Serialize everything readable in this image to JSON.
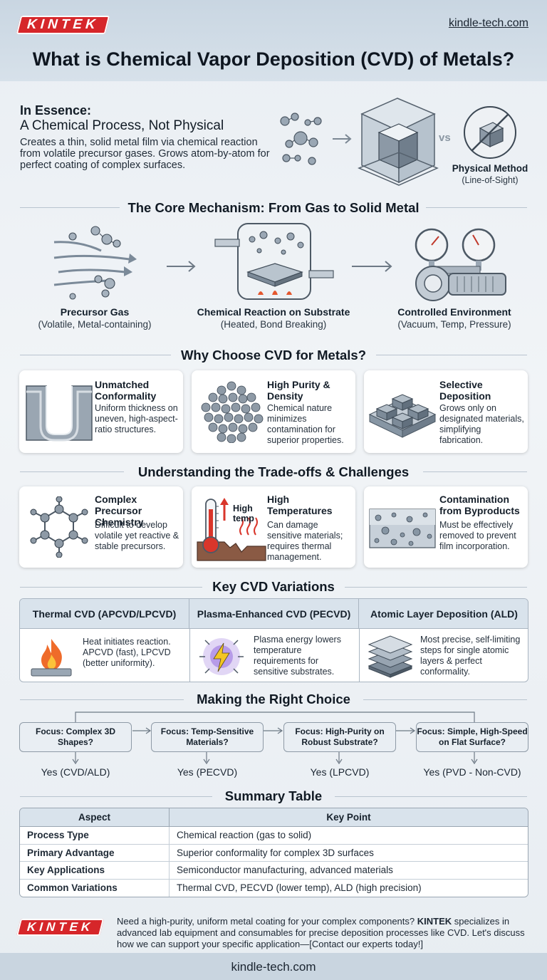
{
  "brand": {
    "logo_text": "KINTEK",
    "website": "kindle-tech.com",
    "accent": "#d6262a"
  },
  "title": "What is Chemical Vapor Deposition (CVD) of Metals?",
  "essence": {
    "heading": "In Essence:",
    "subheading": "A Chemical Process, Not Physical",
    "body": "Creates a thin, solid metal film via chemical reaction from volatile precursor gases. Grows atom-by-atom for perfect coating of complex surfaces.",
    "vs": "vs",
    "physical_label": "Physical Method",
    "physical_sub": "(Line-of-Sight)"
  },
  "mechanism": {
    "title": "The Core Mechanism: From Gas to Solid Metal",
    "steps": [
      {
        "label": "Precursor Gas",
        "sub": "(Volatile, Metal-containing)",
        "icon": "gas-molecules-icon"
      },
      {
        "label": "Chemical Reaction on Substrate",
        "sub": "(Heated, Bond Breaking)",
        "icon": "reaction-chamber-icon"
      },
      {
        "label": "Controlled Environment",
        "sub": "(Vacuum, Temp, Pressure)",
        "icon": "vacuum-pump-icon"
      }
    ]
  },
  "why": {
    "title": "Why Choose CVD for Metals?",
    "cards": [
      {
        "title": "Unmatched Conformality",
        "text": "Uniform thickness on uneven, high-aspect-ratio structures.",
        "icon": "trench-coating-icon"
      },
      {
        "title": "High Purity & Density",
        "text": "Chemical nature minimizes contamination for superior properties.",
        "icon": "atom-lattice-icon"
      },
      {
        "title": "Selective Deposition",
        "text": "Grows only on designated materials, simplifying fabrication.",
        "icon": "selective-blocks-icon"
      }
    ]
  },
  "tradeoffs": {
    "title": "Understanding the Trade-offs & Challenges",
    "cards": [
      {
        "title": "Complex Precursor Chemistry",
        "text": "Difficult to develop volatile yet reactive & stable precursors.",
        "icon": "molecule-icon"
      },
      {
        "title": "High Temperatures",
        "text": "Can damage sensitive materials; requires thermal management.",
        "icon": "thermometer-icon",
        "badge": "High temp"
      },
      {
        "title": "Contamination from Byproducts",
        "text": "Must be effectively removed to prevent film incorporation.",
        "icon": "contaminated-film-icon"
      }
    ]
  },
  "variations": {
    "title": "Key CVD Variations",
    "items": [
      {
        "name": "Thermal CVD (APCVD/LPCVD)",
        "text": "Heat initiates reaction. APCVD (fast), LPCVD (better uniformity).",
        "icon": "flame-icon"
      },
      {
        "name": "Plasma-Enhanced CVD (PECVD)",
        "text": "Plasma energy lowers temperature requirements for sensitive substrates.",
        "icon": "plasma-bolt-icon"
      },
      {
        "name": "Atomic Layer Deposition (ALD)",
        "text": "Most precise, self-limiting steps for single atomic layers & perfect conformality.",
        "icon": "layer-stack-icon"
      }
    ]
  },
  "choice": {
    "title": "Making the Right Choice",
    "items": [
      {
        "focus": "Focus: Complex 3D Shapes?",
        "answer": "Yes (CVD/ALD)"
      },
      {
        "focus": "Focus: Temp-Sensitive Materials?",
        "answer": "Yes (PECVD)"
      },
      {
        "focus": "Focus: High-Purity on Robust Substrate?",
        "answer": "Yes (LPCVD)"
      },
      {
        "focus": "Focus: Simple, High-Speed on Flat Surface?",
        "answer": "Yes (PVD - Non-CVD)"
      }
    ]
  },
  "summary": {
    "title": "Summary Table",
    "headers": [
      "Aspect",
      "Key Point"
    ],
    "rows": [
      [
        "Process Type",
        "Chemical reaction (gas to solid)"
      ],
      [
        "Primary Advantage",
        "Superior conformality for complex 3D surfaces"
      ],
      [
        "Key Applications",
        "Semiconductor manufacturing, advanced materials"
      ],
      [
        "Common Variations",
        "Thermal CVD, PECVD (lower temp), ALD (high precision)"
      ]
    ]
  },
  "cta": {
    "pre": "Need a high-purity, uniform metal coating for your complex components? ",
    "brand": "KINTEK",
    "post": " specializes in advanced lab equipment and consumables for precise deposition processes like CVD. Let's discuss how we can support your specific application—[Contact our experts today!]"
  }
}
